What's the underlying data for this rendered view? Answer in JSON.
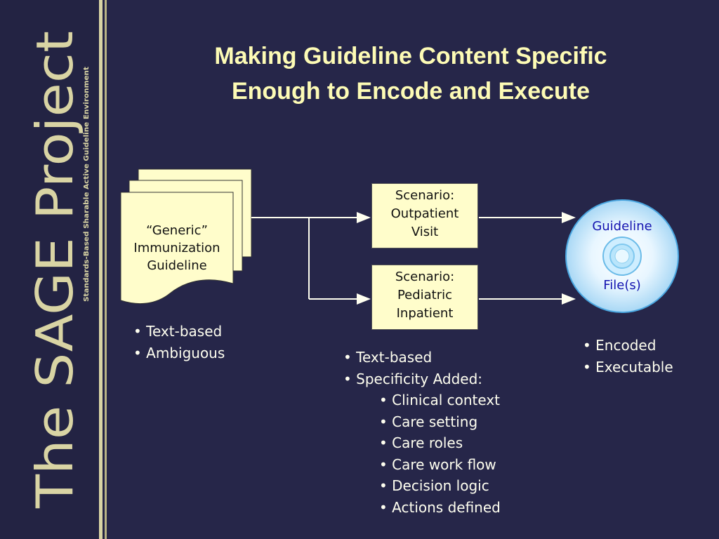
{
  "logo": {
    "main_text": "The SAGE Project",
    "subtitle": "Standards-Based Sharable Active Guideline Environment"
  },
  "title": {
    "line1": "Making Guideline Content Specific",
    "line2": "Enough to Encode and Execute"
  },
  "generic_doc": {
    "line1": "“Generic”",
    "line2": "Immunization",
    "line3": "Guideline"
  },
  "scenarios": [
    {
      "line1": "Scenario:",
      "line2": "Outpatient",
      "line3": "Visit"
    },
    {
      "line1": "Scenario:",
      "line2": "Pediatric",
      "line3": "Inpatient"
    }
  ],
  "disc": {
    "top": "Guideline",
    "bottom": "File(s)"
  },
  "bullets_left": [
    "Text-based",
    "Ambiguous"
  ],
  "bullets_middle": [
    "Text-based",
    "Specificity Added:"
  ],
  "bullets_middle_sub": [
    "Clinical context",
    "Care setting",
    "Care roles",
    "Care work flow",
    "Decision logic",
    "Actions defined"
  ],
  "bullets_right": [
    "Encoded",
    "Executable"
  ],
  "colors": {
    "background": "#262649",
    "title": "#fdfbb5",
    "box_fill": "#fffdcb",
    "disc_text": "#1313b0",
    "arrow": "#fffff0"
  }
}
